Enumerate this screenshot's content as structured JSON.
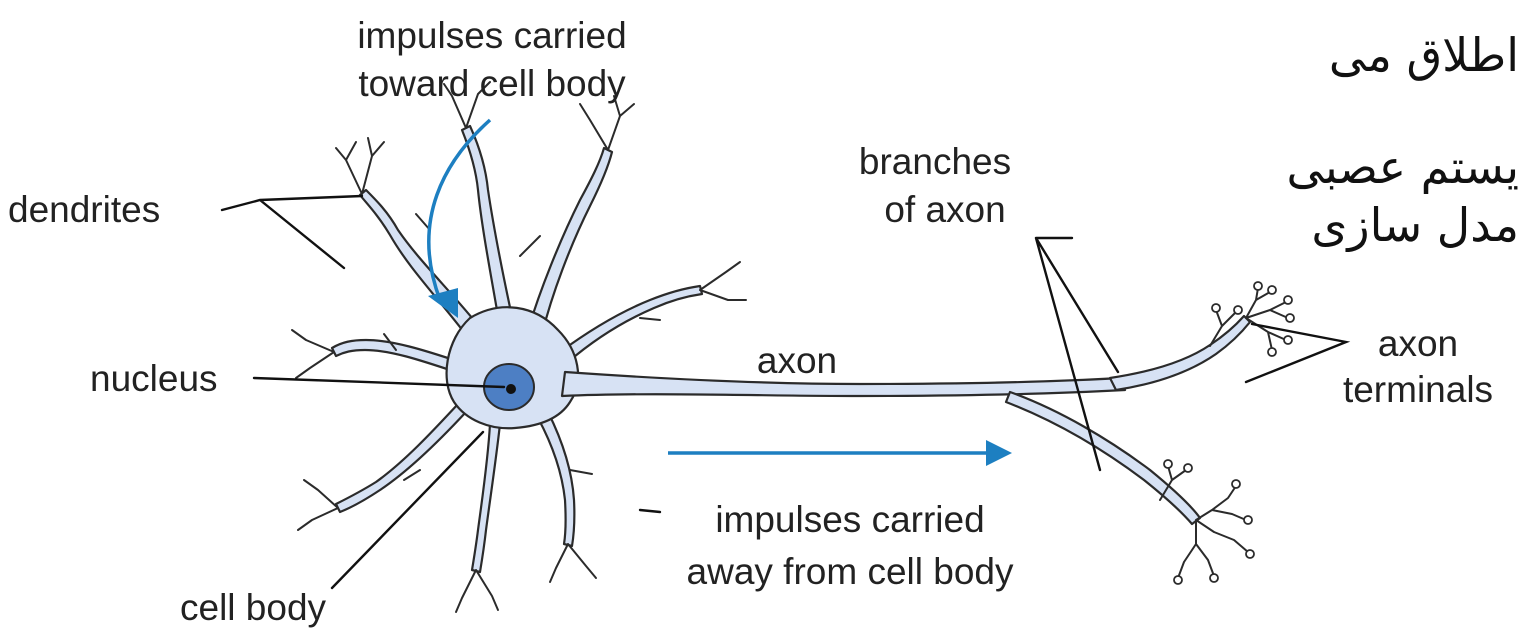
{
  "labels": {
    "impulses_toward_line1": "impulses carried",
    "impulses_toward_line2": "toward cell body",
    "dendrites": "dendrites",
    "nucleus": "nucleus",
    "cell_body": "cell body",
    "axon": "axon",
    "branches_line1": "branches",
    "branches_line2": "of axon",
    "axon_terminals_line1": "axon",
    "axon_terminals_line2": "terminals",
    "impulses_away_line1": "impulses carried",
    "impulses_away_line2": "away from cell body"
  },
  "side_text": {
    "line1": "اطلاق می",
    "line2": "یستم عصبی",
    "line3": "مدل سازی"
  },
  "colors": {
    "cell_fill": "#d7e2f4",
    "cell_outline": "#2b2b2b",
    "nucleus_fill": "#4d7fc4",
    "arrow": "#1d7fc1",
    "leader": "#111111"
  }
}
